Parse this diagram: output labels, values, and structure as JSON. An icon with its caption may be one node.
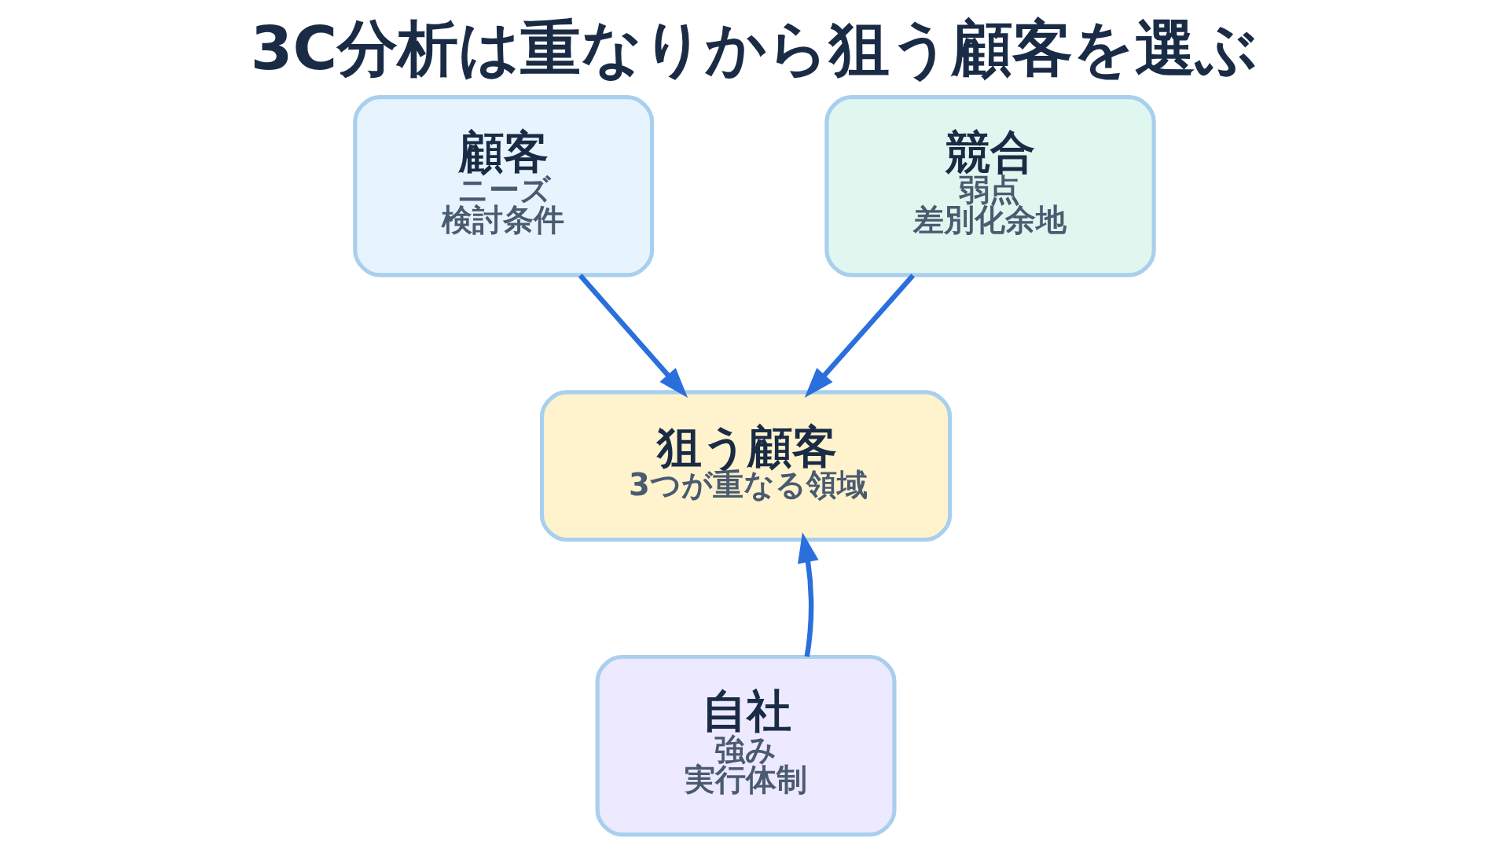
{
  "diagram": {
    "title": "3C分析は重なりから狙う顧客を選ぶ",
    "nodes": [
      {
        "text": [
          "顧客",
          "ニーズ",
          "検討条件"
        ]
      },
      {
        "text": [
          "競合",
          "弱点",
          "差別化余地"
        ]
      },
      {
        "text": [
          "狙う顧客",
          "3つが重なる領域"
        ]
      },
      {
        "text": [
          "自社",
          "強み",
          "実行体制"
        ]
      }
    ],
    "edges": [
      {
        "from": 0,
        "to": 2,
        "arrow": "to"
      },
      {
        "from": 1,
        "to": 2,
        "arrow": "to"
      },
      {
        "from": 3,
        "to": 2,
        "arrow": "to"
      }
    ]
  }
}
